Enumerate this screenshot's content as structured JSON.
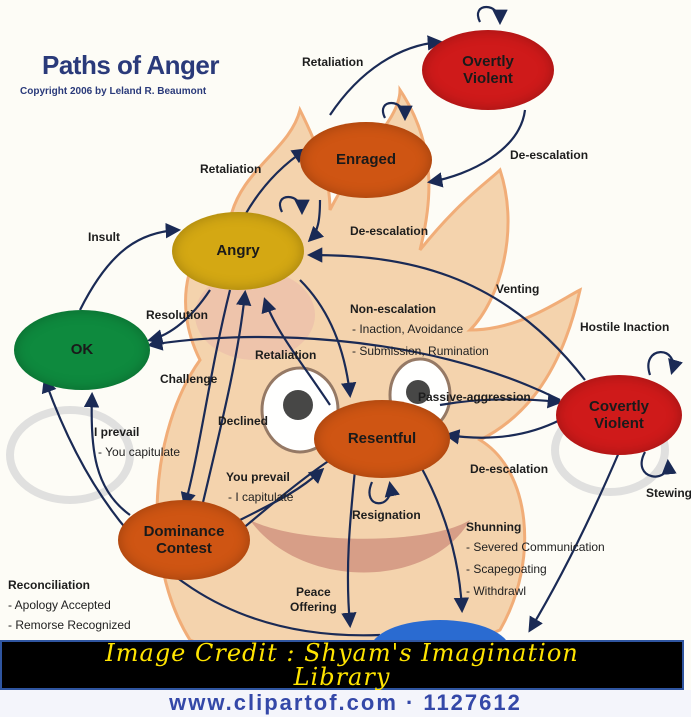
{
  "title": "Paths of Anger",
  "copyright": "Copyright 2006 by Leland R. Beaumont",
  "colors": {
    "red": "#cf1a1a",
    "orange": "#cf5513",
    "yellow": "#d4a813",
    "green": "#0e8a3e",
    "blue": "#2a6bd1",
    "credit_text": "#ffe400"
  },
  "nodes": {
    "overtly_violent_top": "Overtly\nViolent",
    "enraged": "Enraged",
    "angry": "Angry",
    "ok": "OK",
    "resentful": "Resentful",
    "covertly_violent": "Covertly\nViolent",
    "dominance_contest": "Dominance\nContest"
  },
  "labels": {
    "retaliation_top": "Retaliation",
    "de_escalation_top": "De-escalation",
    "retaliation_mid": "Retaliation",
    "de_escalation_mid": "De-escalation",
    "insult": "Insult",
    "resolution": "Resolution",
    "venting": "Venting",
    "non_escalation": "Non-escalation",
    "non_escalation_items": [
      "- Inaction, Avoidance",
      "- Submission, Rumination"
    ],
    "retaliation_low": "Retaliation",
    "hostile_inaction": "Hostile Inaction",
    "challenge": "Challenge",
    "passive_aggression": "Passive-aggression",
    "declined": "Declined",
    "i_prevail": "I prevail",
    "i_prevail_sub": "- You capitulate",
    "you_prevail": "You prevail",
    "you_prevail_sub": "- I capitulate",
    "de_escalation_low": "De-escalation",
    "resignation": "Resignation",
    "stewing": "Stewing",
    "shunning": "Shunning",
    "shunning_items": [
      "- Severed Communication",
      "- Scapegoating",
      "- Withdrawl"
    ],
    "reconciliation": "Reconciliation",
    "reconciliation_items": [
      "- Apology Accepted",
      "- Remorse Recognized"
    ],
    "peace_offering": "Peace\nOffering"
  },
  "credit": {
    "line1": "Image Credit : Shyam's Imagination",
    "line2": "Library"
  },
  "footer": "www.clipartof.com  ·  1127612"
}
